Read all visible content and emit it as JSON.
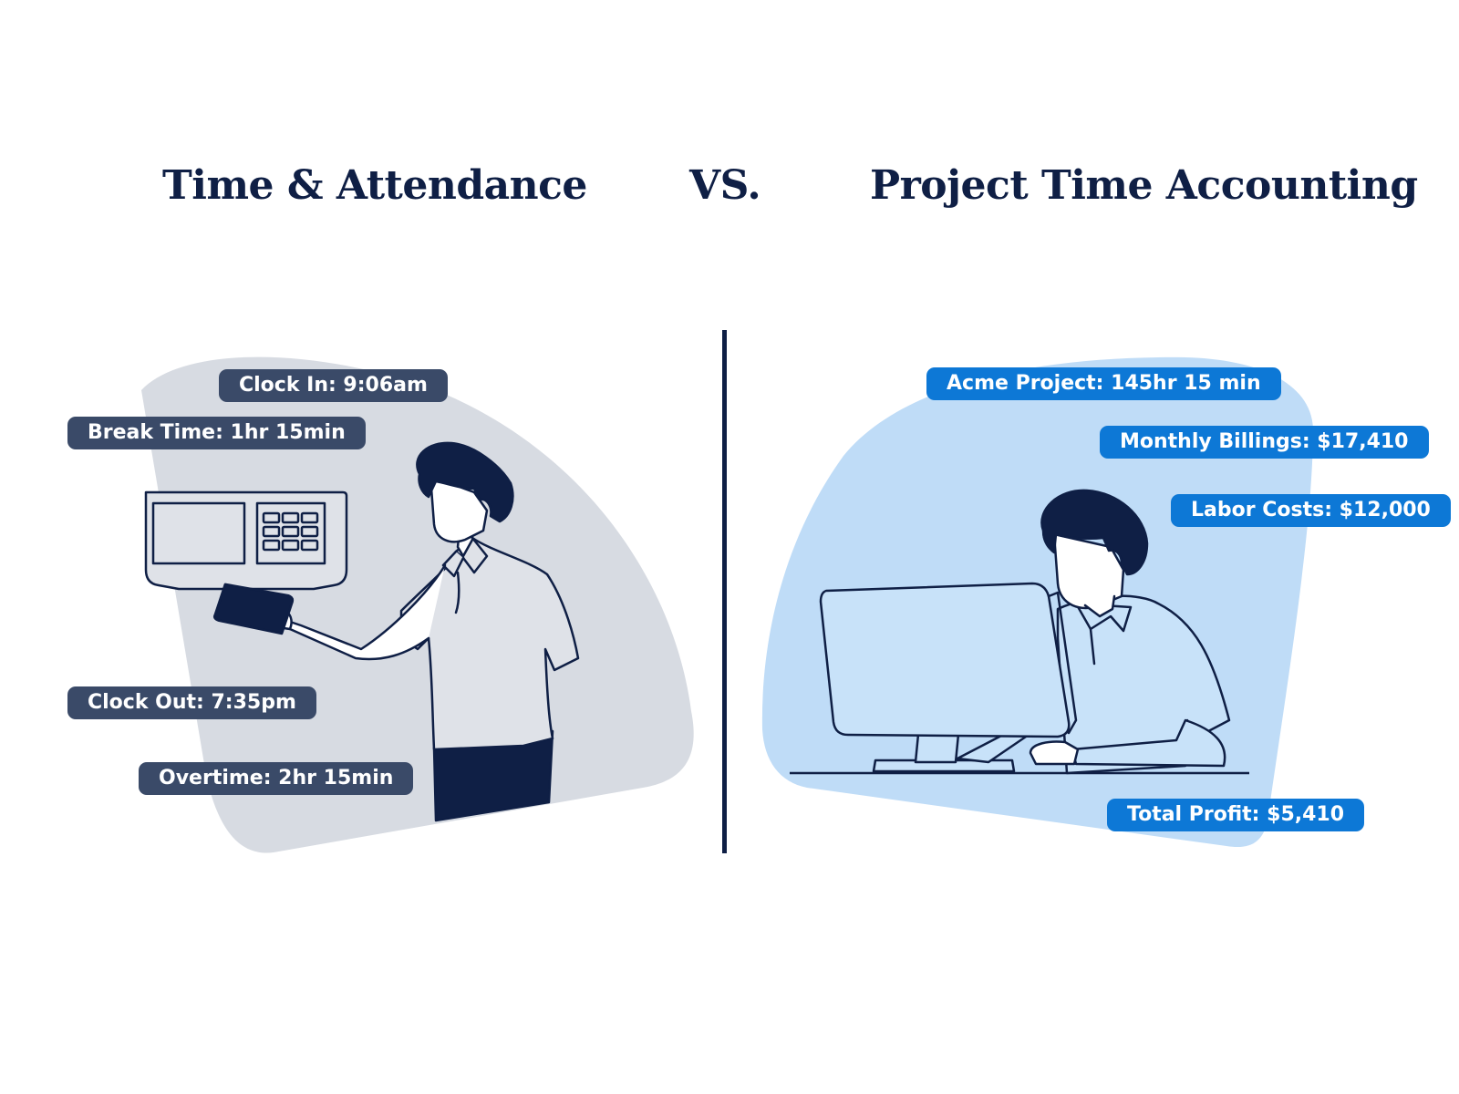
{
  "header": {
    "left_title": "Time & Attendance",
    "vs_label": "VS.",
    "right_title": "Project Time Accounting"
  },
  "time_attendance": {
    "clock_in": "Clock In: 9:06am",
    "break_time": "Break Time: 1hr 15min",
    "clock_out": "Clock Out: 7:35pm",
    "overtime": "Overtime: 2hr 15min"
  },
  "project_accounting": {
    "acme_project": "Acme Project: 145hr 15 min",
    "monthly_billings": "Monthly Billings: $17,410",
    "labor_costs": "Labor Costs: $12,000",
    "total_profit": "Total Profit: $5,410"
  },
  "colors": {
    "navy": "#0f1f45",
    "gray_blob": "#d7dbe2",
    "blue_blob": "#bfdcf7",
    "gray_pill": "#3a4a68",
    "blue_pill": "#0d78d6"
  }
}
